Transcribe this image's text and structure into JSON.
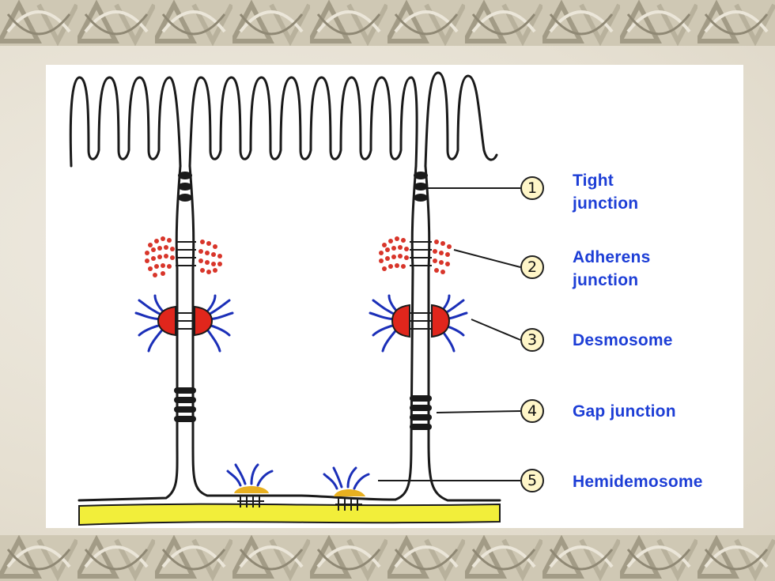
{
  "labels": [
    {
      "num": "1",
      "text_line1": "Tight",
      "text_line2": "junction"
    },
    {
      "num": "2",
      "text_line1": "Adherens",
      "text_line2": "junction"
    },
    {
      "num": "3",
      "text_line1": "Desmosome",
      "text_line2": ""
    },
    {
      "num": "4",
      "text_line1": "Gap junction",
      "text_line2": ""
    },
    {
      "num": "5",
      "text_line1": "Hemidemosome",
      "text_line2": ""
    }
  ],
  "colors": {
    "label_text": "#1d3ed6",
    "membrane": "#1a1a1a",
    "actin_dots": "#d8352a",
    "plaque": "#e0261c",
    "filaments": "#1b2fb8",
    "basal_lamina": "#f2ee3a",
    "hemi_plaque": "#e8b020"
  }
}
